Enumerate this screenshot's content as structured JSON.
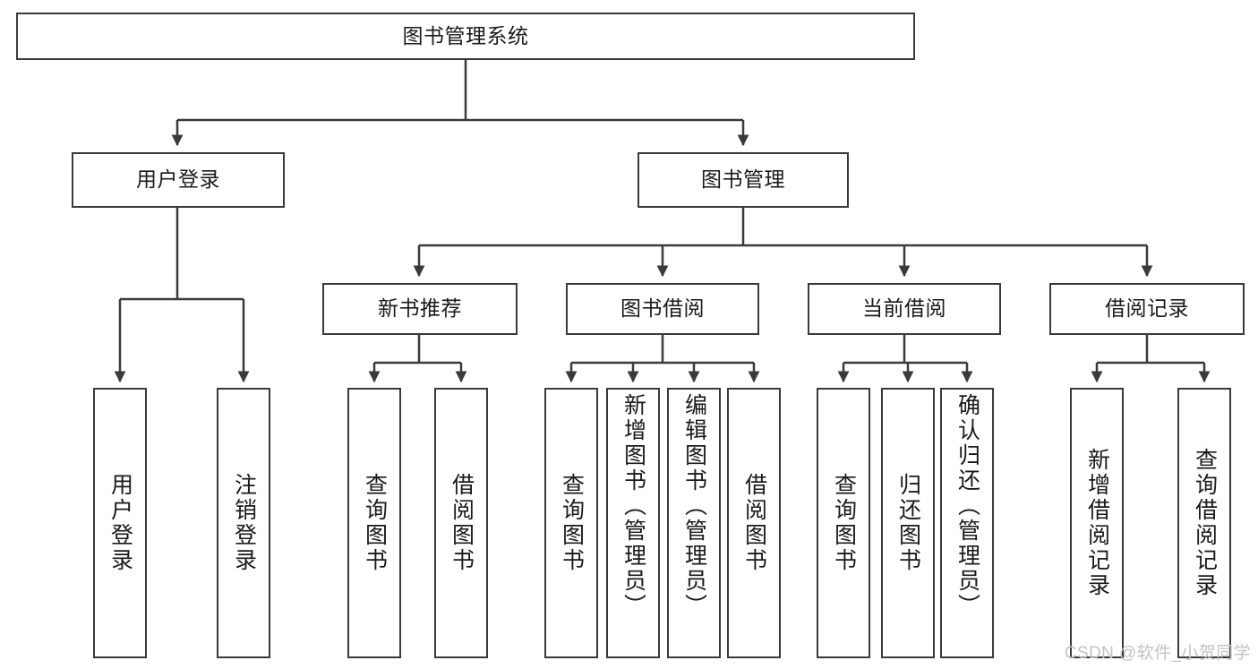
{
  "diagram": {
    "title": "图书管理系统",
    "type": "tree-hierarchy-chart",
    "watermark": "CSDN @软件_小贺同学",
    "root": {
      "id": "root",
      "label": "图书管理系统"
    },
    "level2": [
      {
        "id": "user-login",
        "label": "用户登录"
      },
      {
        "id": "book-management",
        "label": "图书管理"
      }
    ],
    "level3": [
      {
        "id": "new-book-recommend",
        "label": "新书推荐"
      },
      {
        "id": "book-borrow",
        "label": "图书借阅"
      },
      {
        "id": "current-borrow",
        "label": "当前借阅"
      },
      {
        "id": "borrow-record",
        "label": "借阅记录"
      }
    ],
    "leaves": {
      "user_login": [
        {
          "id": "leaf-user-login",
          "label": "用户登录"
        },
        {
          "id": "leaf-logout",
          "label": "注销登录"
        }
      ],
      "new_book_recommend": [
        {
          "id": "leaf-query-book-1",
          "label": "查询图书"
        },
        {
          "id": "leaf-borrow-book-1",
          "label": "借阅图书"
        }
      ],
      "book_borrow": [
        {
          "id": "leaf-query-book-2",
          "label": "查询图书"
        },
        {
          "id": "leaf-add-book",
          "label": "新增图书（管理员）"
        },
        {
          "id": "leaf-edit-book",
          "label": "编辑图书（管理员）"
        },
        {
          "id": "leaf-borrow-book-2",
          "label": "借阅图书"
        }
      ],
      "current_borrow": [
        {
          "id": "leaf-query-book-3",
          "label": "查询图书"
        },
        {
          "id": "leaf-return-book",
          "label": "归还图书"
        },
        {
          "id": "leaf-confirm-return",
          "label": "确认归还（管理员）"
        }
      ],
      "borrow_record": [
        {
          "id": "leaf-add-record",
          "label": "新增借阅记录"
        },
        {
          "id": "leaf-query-record",
          "label": "查询借阅记录"
        }
      ]
    },
    "colors": {
      "stroke": "#3a3a3a",
      "text": "#1a1a1a",
      "background": "#ffffff",
      "watermark": "#c3c3c3"
    }
  }
}
